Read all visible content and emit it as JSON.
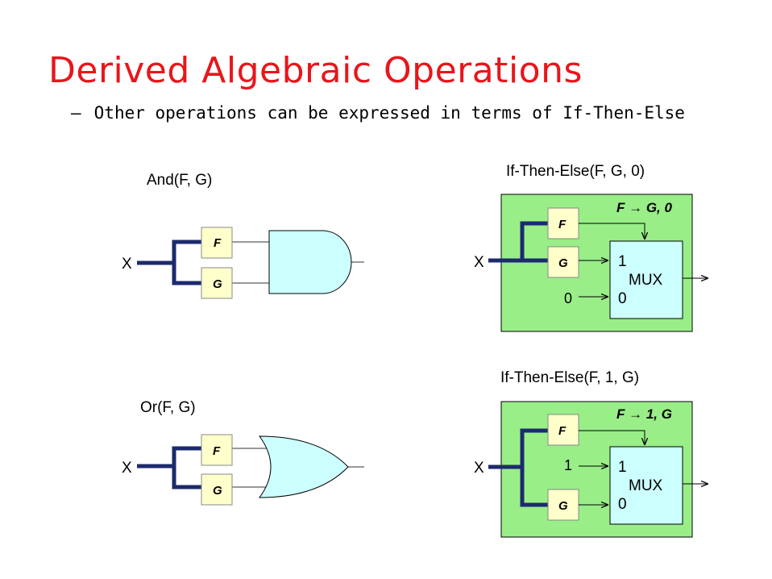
{
  "title": "Derived Algebraic Operations",
  "subtitle": {
    "dash": "–",
    "text": "Other operations can be expressed in terms of If-Then-Else"
  },
  "and_diagram": {
    "label": "And(F, G)",
    "input": "X",
    "box_f": "F",
    "box_g": "G"
  },
  "or_diagram": {
    "label": "Or(F, G)",
    "input": "X",
    "box_f": "F",
    "box_g": "G"
  },
  "ite1_diagram": {
    "label": "If-Then-Else(F, G, 0)",
    "input": "X",
    "box_f": "F",
    "box_g": "G",
    "control": "F → G, 0",
    "const_in": "0",
    "mux": {
      "top": "1",
      "name": "MUX",
      "bottom": "0"
    }
  },
  "ite2_diagram": {
    "label": "If-Then-Else(F, 1, G)",
    "input": "X",
    "box_f": "F",
    "box_g": "G",
    "control": "F → 1, G",
    "const_in": "1",
    "mux": {
      "top": "1",
      "name": "MUX",
      "bottom": "0"
    }
  },
  "colors": {
    "title": "#e8161b",
    "wire": "#1c2a6e",
    "box_fill": "#ffffcc",
    "gate_fill": "#ccffff",
    "panel_fill": "#99ee88"
  }
}
